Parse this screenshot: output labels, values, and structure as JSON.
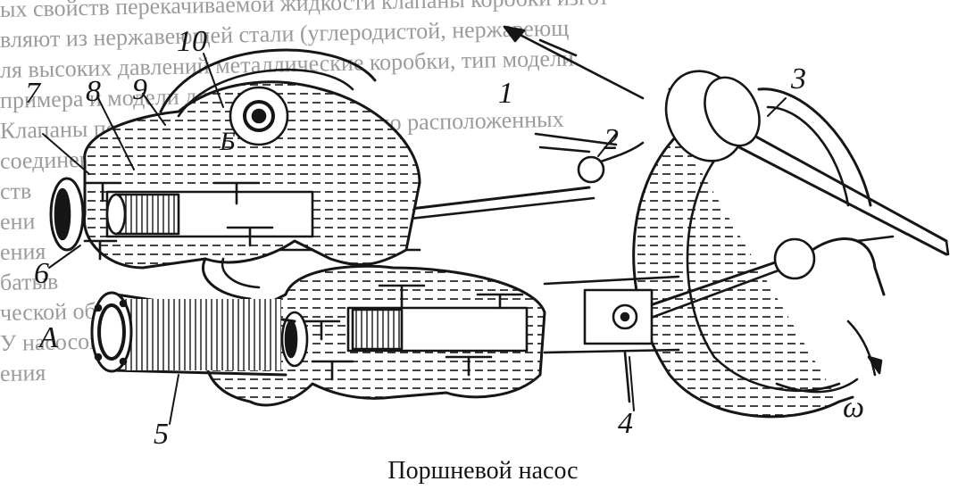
{
  "caption": "Поршневой насос",
  "background_text": [
    "ых свойств перекачиваемой жидкости клапаны коробки изгот",
    "вляют из нержавеющей стали (углеродистой, нержавеющ",
    "ля высоких давлений металлические коробки, тип модели",
    "примера и модели для размера",
    "Клапаны поршневых насосов компактно расположенных",
    "соединенных напорным трубопроводом",
    "ств",
    "ени",
    "ения",
    "батыв",
    "ческой обработке",
    "У насосов",
    "ения"
  ],
  "labels": {
    "n1": "1",
    "n2": "2",
    "n3": "3",
    "n4": "4",
    "n5": "5",
    "n6": "6",
    "n7": "7",
    "n8": "8",
    "n9": "9",
    "n10": "10",
    "A": "A",
    "B": "Б",
    "omega": "ω"
  },
  "colors": {
    "ink": "#161616",
    "paper": "#ffffff",
    "ghost": "#4a4a4a"
  }
}
